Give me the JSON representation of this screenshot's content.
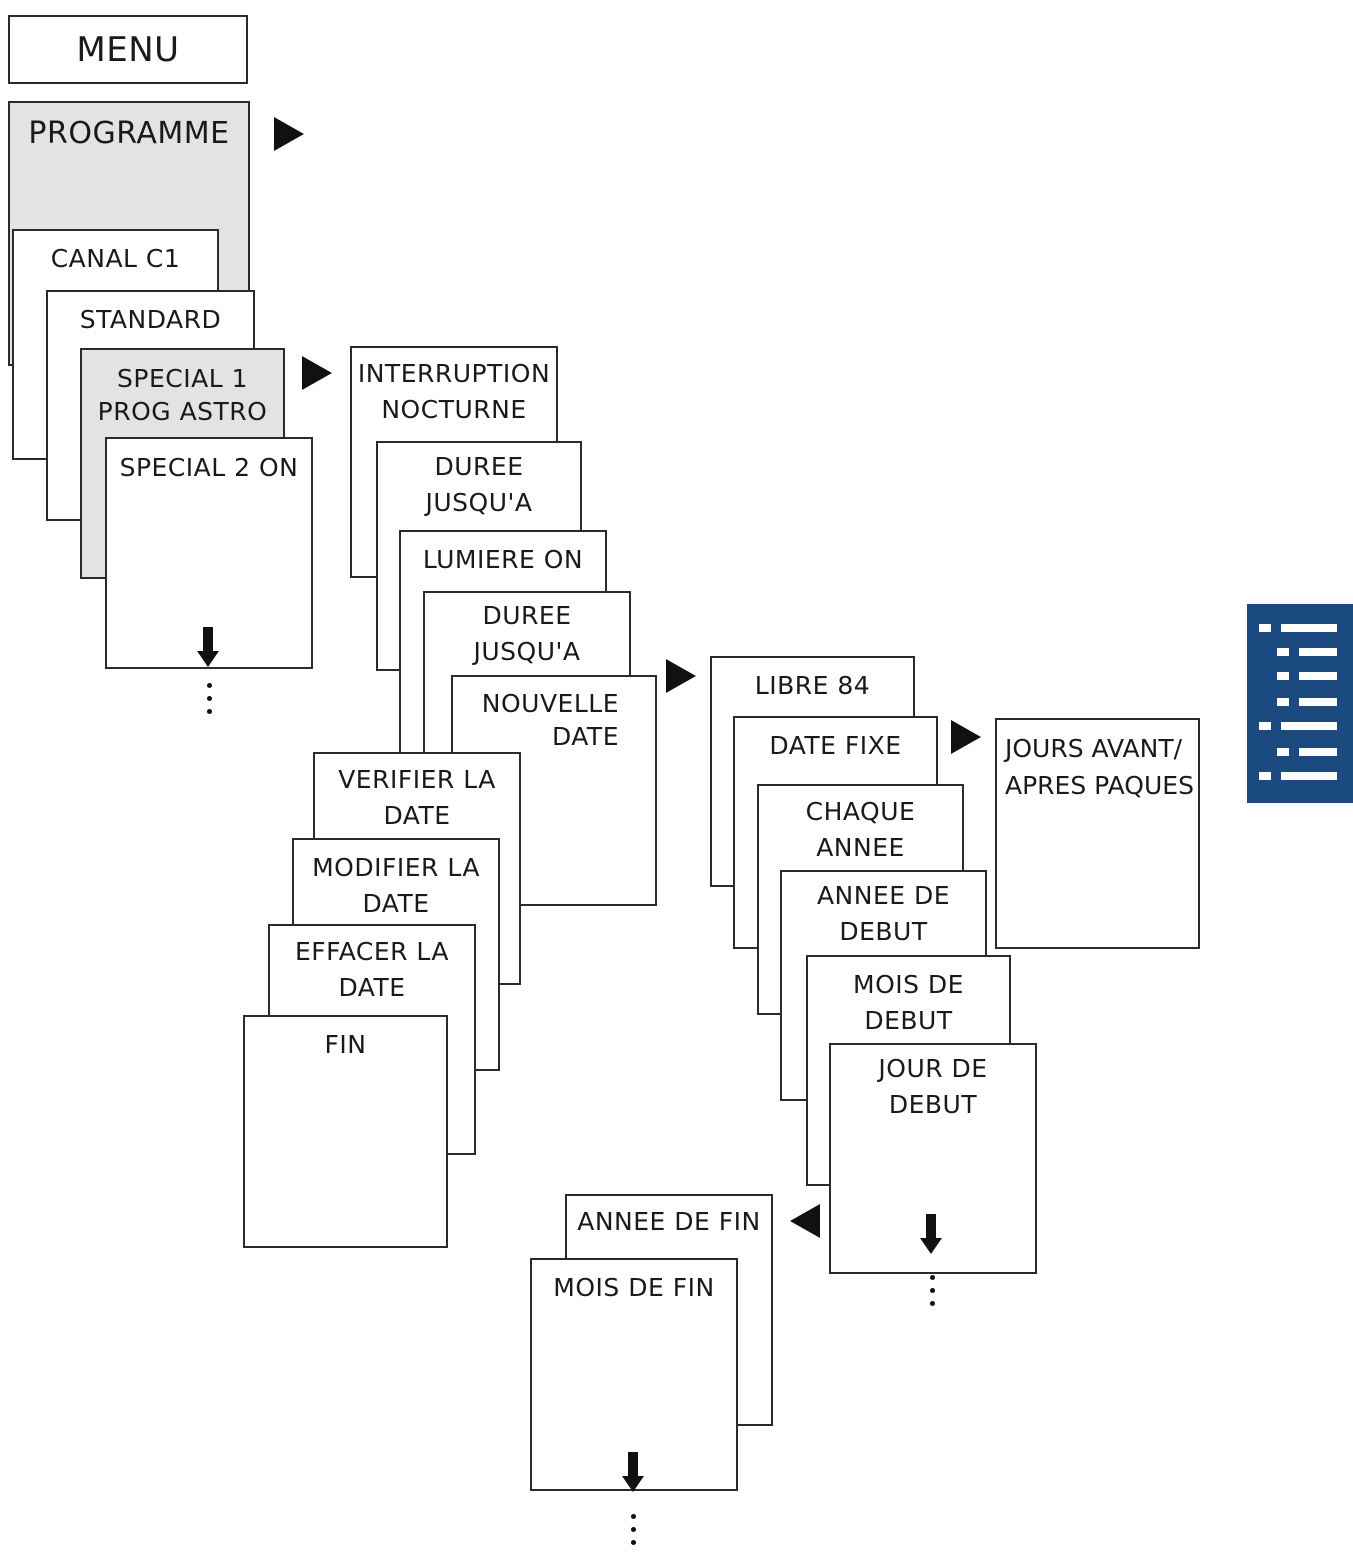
{
  "menu": {
    "title": "MENU",
    "programme": "PROGRAMME",
    "canal": "CANAL C1",
    "standard": "STANDARD",
    "special1": "SPECIAL 1\nPROG ASTRO",
    "special2": "SPECIAL 2 ON"
  },
  "special_options": {
    "interruption": "INTERRUPTION\nNOCTURNE",
    "duree1": "DUREE\nJUSQU'A",
    "lumiere": "LUMIERE ON",
    "duree2": "DUREE\nJUSQU'A",
    "nouvelle": "NOUVELLE\nDATE"
  },
  "date_actions": {
    "verifier": "VERIFIER LA\nDATE",
    "modifier": "MODIFIER LA\nDATE",
    "effacer": "EFFACER LA\nDATE",
    "fin": "FIN"
  },
  "date_options": {
    "libre": "LIBRE 84",
    "fixe": "DATE FIXE",
    "chaque": "CHAQUE\nANNEE",
    "annee_debut": "ANNEE DE\nDEBUT",
    "mois_debut": "MOIS DE\nDEBUT",
    "jour_debut": "JOUR DE\nDEBUT",
    "paques": "JOURS AVANT/\nAPRES PAQUES"
  },
  "end_options": {
    "annee_fin": "ANNEE DE FIN",
    "mois_fin": "MOIS DE FIN"
  },
  "colors": {
    "highlight": "#e3e3e3",
    "logo": "#1a4a80"
  },
  "icons": [
    "play-right-icon",
    "play-left-icon",
    "arrow-down-icon",
    "vertical-ellipsis-icon",
    "brand-logo-icon"
  ]
}
